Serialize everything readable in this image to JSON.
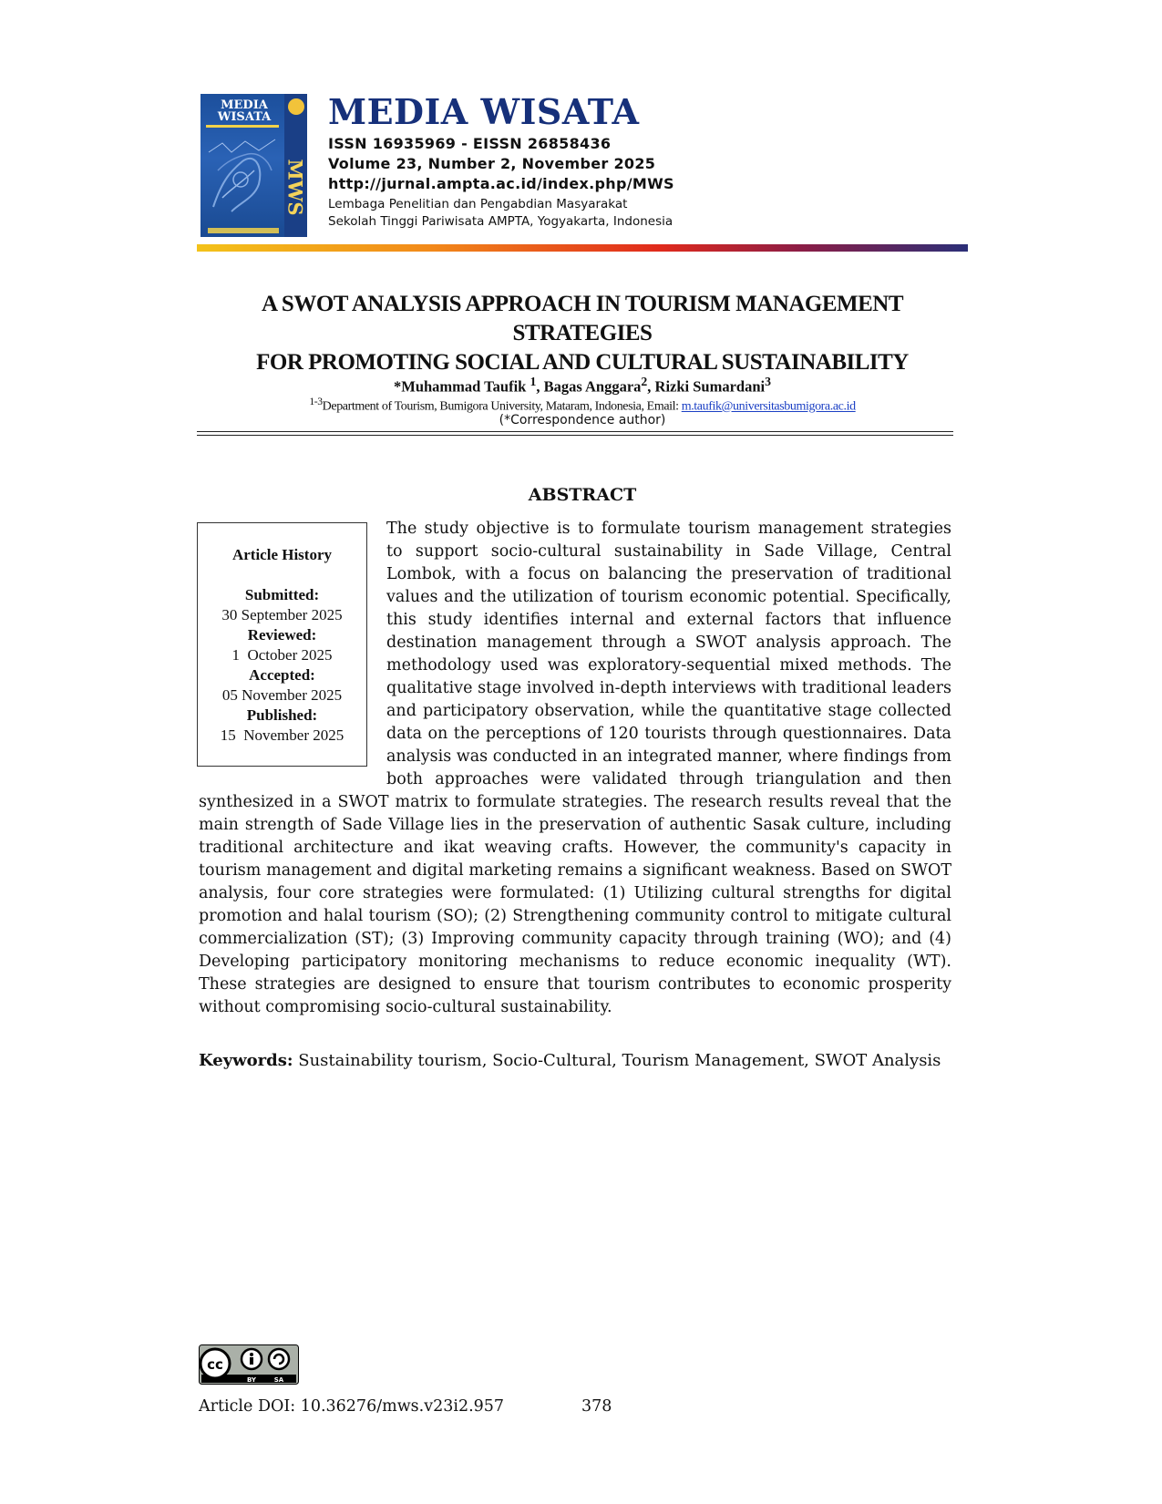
{
  "header": {
    "cover": {
      "title_line1": "MEDIA",
      "title_line2": "WISATA",
      "spine": "MWS"
    },
    "journal_title": "MEDIA WISATA",
    "issn": "ISSN 16935969 - EISSN 26858436",
    "volume": "Volume 23, Number 2, November 2025",
    "url": "http://jurnal.ampta.ac.id/index.php/MWS",
    "institute": "Lembaga Penelitian dan Pengabdian Masyarakat",
    "school": "Sekolah Tinggi Pariwisata AMPTA, Yogyakarta, Indonesia"
  },
  "paper": {
    "title_line1": "A SWOT ANALYSIS APPROACH IN TOURISM MANAGEMENT STRATEGIES",
    "title_line2": "FOR PROMOTING SOCIAL AND CULTURAL SUSTAINABILITY",
    "authors": {
      "a1": "*Muhammad Taufik ",
      "a1_sup": "1",
      "a2": ", Bagas Anggara",
      "a2_sup": "2",
      "a3": ", Rizki Sumardani",
      "a3_sup": "3"
    },
    "affiliation": {
      "sup": "1-3",
      "text": "Department of Tourism, Bumigora University, Mataram, Indonesia, Email: ",
      "email": "m.taufik@universitasbumigora.ac.id"
    },
    "correspondence": "(*Correspondence author)"
  },
  "abstract": {
    "heading": "ABSTRACT",
    "history": {
      "title": "Article History",
      "submitted_label": "Submitted:",
      "submitted": "30 September 2025",
      "reviewed_label": "Reviewed:",
      "reviewed": "1  October 2025",
      "accepted_label": "Accepted:",
      "accepted": "05 November 2025",
      "published_label": "Published:",
      "published": "15  November 2025"
    },
    "text": "The study objective is to formulate tourism management strategies to support socio-cultural sustainability in Sade Village, Central Lombok, with a focus on balancing the preservation of traditional values and the utilization of tourism economic potential. Specifically, this study identifies internal and external factors that influence destination management through a SWOT analysis approach. The methodology used was exploratory-sequential mixed methods. The qualitative stage involved in-depth interviews with traditional leaders and participatory observation, while the quantitative stage collected data on the perceptions of 120 tourists through questionnaires. Data analysis was conducted in an integrated manner, where findings from both approaches were validated through triangulation and then synthesized in a SWOT matrix to formulate strategies. The research results reveal that the main strength of Sade Village lies in the preservation of authentic Sasak culture, including traditional architecture and ikat weaving crafts. However, the community's capacity in tourism management and digital marketing remains a significant weakness. Based on SWOT analysis, four core strategies were formulated: (1) Utilizing cultural strengths for digital promotion and halal tourism (SO); (2) Strengthening community control to mitigate cultural commercialization (ST); (3) Improving community capacity through training (WO); and (4) Developing participatory monitoring mechanisms to reduce economic inequality (WT). These strategies are designed to ensure that tourism contributes to economic prosperity without compromising socio-cultural sustainability.",
    "keywords_label": "Keywords:",
    "keywords": " Sustainability tourism, Socio-Cultural, Tourism Management, SWOT Analysis"
  },
  "footer": {
    "license_badge": {
      "by": "BY",
      "sa": "SA"
    },
    "doi": "Article DOI: 10.36276/mws.v23i2.957",
    "page_number": "378"
  },
  "colors": {
    "journal_title": "#16307a",
    "email_link": "#1a3fc4",
    "band": [
      "#f3c21a",
      "#f28a1a",
      "#e02a1c",
      "#8d1d45",
      "#2b2f78"
    ]
  }
}
